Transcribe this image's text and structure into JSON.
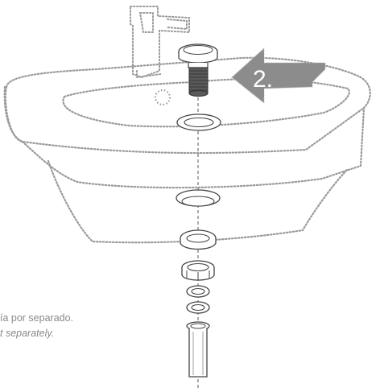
{
  "step": {
    "number": "2.",
    "arrow_color": "#8c8c8c",
    "number_color": "#ffffff"
  },
  "notes": {
    "spanish": "ía por separado.",
    "english": "t separately."
  },
  "parts": {
    "pop_up_cap": "pop-up-cap",
    "threaded_stem": "threaded-stem",
    "top_washer": "top-washer",
    "lower_rings": [
      "washer",
      "washer",
      "locking-nut",
      "o-ring",
      "o-ring",
      "tailpiece"
    ]
  },
  "colors": {
    "outline": "#444444",
    "dotted": "#9a9a9a",
    "stem": "#555555",
    "text": "#8a8a8a"
  }
}
